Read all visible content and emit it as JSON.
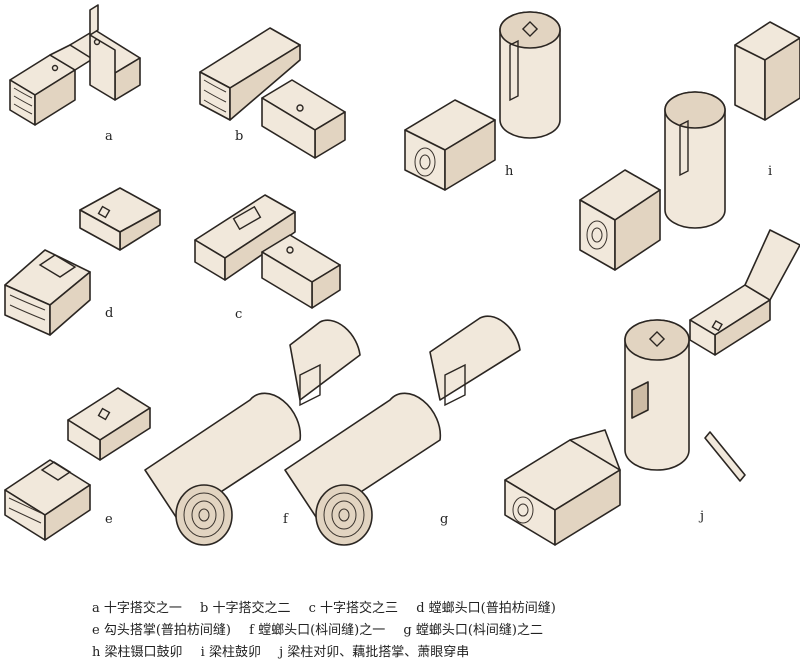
{
  "figure_letters": [
    "a",
    "b",
    "c",
    "d",
    "e",
    "f",
    "g",
    "h",
    "i",
    "j"
  ],
  "captions": [
    [
      "a 十字搭交之一",
      "b 十字搭交之二",
      "c 十字搭交之三",
      "d 螳螂头口(普拍枋间缝)"
    ],
    [
      "e 勾头搭掌(普拍枋间缝)",
      "f 螳螂头口(枓间缝)之一",
      "g 螳螂头口(枓间缝)之二"
    ],
    [
      "h 梁柱镊口鼓卯",
      "i 梁柱鼓卯",
      "j 梁柱对卯、藕批搭掌、萧眼穿串"
    ]
  ],
  "colors": {
    "wood": "#f1e8db",
    "shade": "#e2d4c1",
    "line": "#2b2622"
  }
}
